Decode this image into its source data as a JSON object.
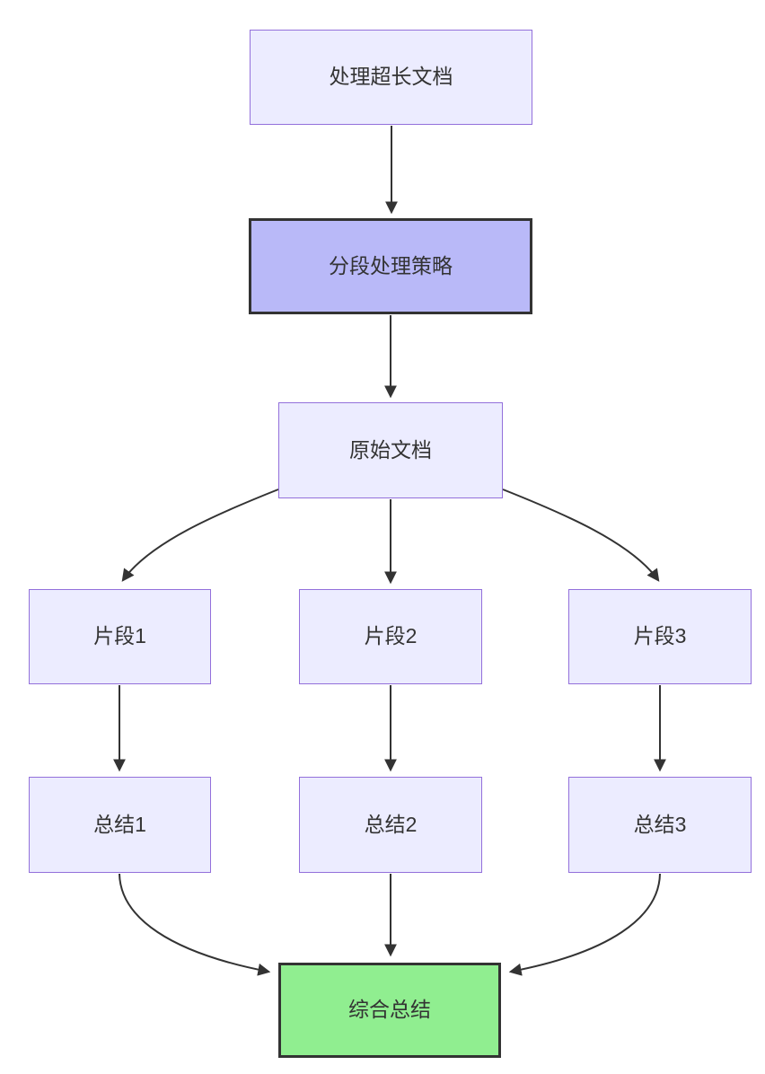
{
  "diagram": {
    "type": "flowchart",
    "direction": "top-down",
    "background_color": "#ffffff",
    "edge_color": "#333333",
    "text_color": "#333333",
    "node_styles": {
      "default": {
        "fill": "#ECECFF",
        "border_color": "#9370DB"
      },
      "emphasis": {
        "fill": "#B9B9F8",
        "border_color": "#333333"
      },
      "success": {
        "fill": "#90EE90",
        "border_color": "#333333"
      }
    },
    "nodes": [
      {
        "id": "process-long-doc",
        "label": "处理超长文档",
        "style": "default"
      },
      {
        "id": "segment-strategy",
        "label": "分段处理策略",
        "style": "emphasis"
      },
      {
        "id": "original-doc",
        "label": "原始文档",
        "style": "default"
      },
      {
        "id": "segment-1",
        "label": "片段1",
        "style": "default"
      },
      {
        "id": "segment-2",
        "label": "片段2",
        "style": "default"
      },
      {
        "id": "segment-3",
        "label": "片段3",
        "style": "default"
      },
      {
        "id": "summary-1",
        "label": "总结1",
        "style": "default"
      },
      {
        "id": "summary-2",
        "label": "总结2",
        "style": "default"
      },
      {
        "id": "summary-3",
        "label": "总结3",
        "style": "default"
      },
      {
        "id": "final-summary",
        "label": "综合总结",
        "style": "success"
      }
    ],
    "edges": [
      {
        "from": "process-long-doc",
        "to": "segment-strategy"
      },
      {
        "from": "segment-strategy",
        "to": "original-doc"
      },
      {
        "from": "original-doc",
        "to": "segment-1"
      },
      {
        "from": "original-doc",
        "to": "segment-2"
      },
      {
        "from": "original-doc",
        "to": "segment-3"
      },
      {
        "from": "segment-1",
        "to": "summary-1"
      },
      {
        "from": "segment-2",
        "to": "summary-2"
      },
      {
        "from": "segment-3",
        "to": "summary-3"
      },
      {
        "from": "summary-1",
        "to": "final-summary"
      },
      {
        "from": "summary-2",
        "to": "final-summary"
      },
      {
        "from": "summary-3",
        "to": "final-summary"
      }
    ]
  }
}
